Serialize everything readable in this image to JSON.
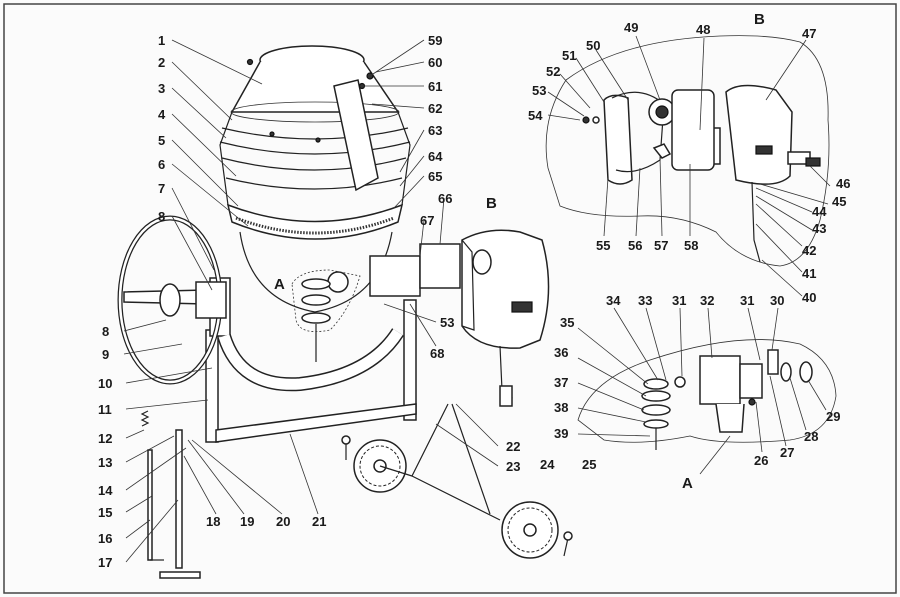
{
  "labels": {
    "n1": "1",
    "n2": "2",
    "n3": "3",
    "n4": "4",
    "n5": "5",
    "n6": "6",
    "n7": "7",
    "n8": "8",
    "n9": "9",
    "n10": "10",
    "n11": "11",
    "n12": "12",
    "n13": "13",
    "n14": "14",
    "n15": "15",
    "n16": "16",
    "n17": "17",
    "n18": "18",
    "n19": "19",
    "n20": "20",
    "n21": "21",
    "n22": "22",
    "n23": "23",
    "n24": "24",
    "n25": "25",
    "n26": "26",
    "n27": "27",
    "n28": "28",
    "n29": "29",
    "n30a": "30",
    "n31a": "31",
    "n31b": "31",
    "n32": "32",
    "n33": "33",
    "n34": "34",
    "n35": "35",
    "n36": "36",
    "n37": "37",
    "n38": "38",
    "n39": "39",
    "n40": "40",
    "n41": "41",
    "n42": "42",
    "n43": "43",
    "n44": "44",
    "n45": "45",
    "n46": "46",
    "n47": "47",
    "n48": "48",
    "n49": "49",
    "n50": "50",
    "n51": "51",
    "n52": "52",
    "n53a": "53",
    "n53b": "53",
    "n54": "54",
    "n55": "55",
    "n56": "56",
    "n57": "57",
    "n58": "58",
    "n59": "59",
    "n60": "60",
    "n61": "61",
    "n62": "62",
    "n63": "63",
    "n64": "64",
    "n65": "65",
    "n66": "66",
    "n67": "67",
    "n68": "68",
    "detailA1": "A",
    "detailA2": "A",
    "detailB1": "B",
    "detailB2": "B"
  }
}
